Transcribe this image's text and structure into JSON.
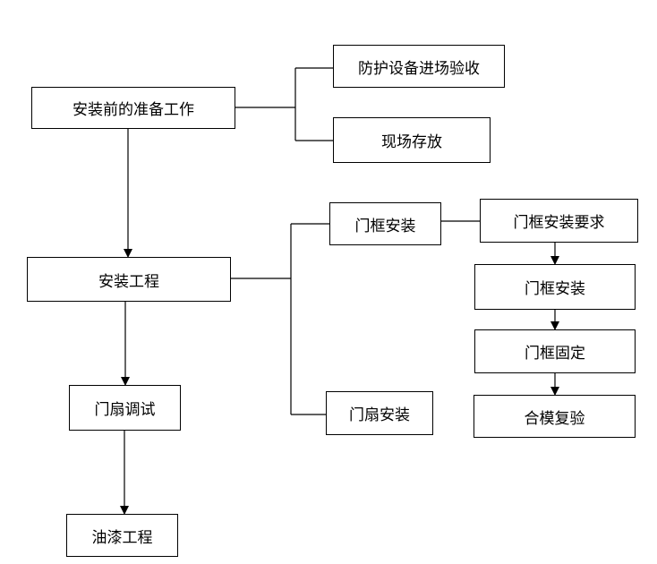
{
  "colors": {
    "line": "#000000",
    "box_border": "#000000",
    "background": "#ffffff"
  },
  "nodes": {
    "prep": "安装前的准备工作",
    "protect_check": "防护设备进场验收",
    "site_storage": "现场存放",
    "install_project": "安装工程",
    "frame_install": "门框安装",
    "frame_requirements": "门框安装要求",
    "frame_install_step": "门框安装",
    "frame_fix": "门框固定",
    "mold_recheck": "合模复验",
    "leaf_install": "门扇安装",
    "leaf_adjust": "门扇调试",
    "paint_project": "油漆工程"
  }
}
